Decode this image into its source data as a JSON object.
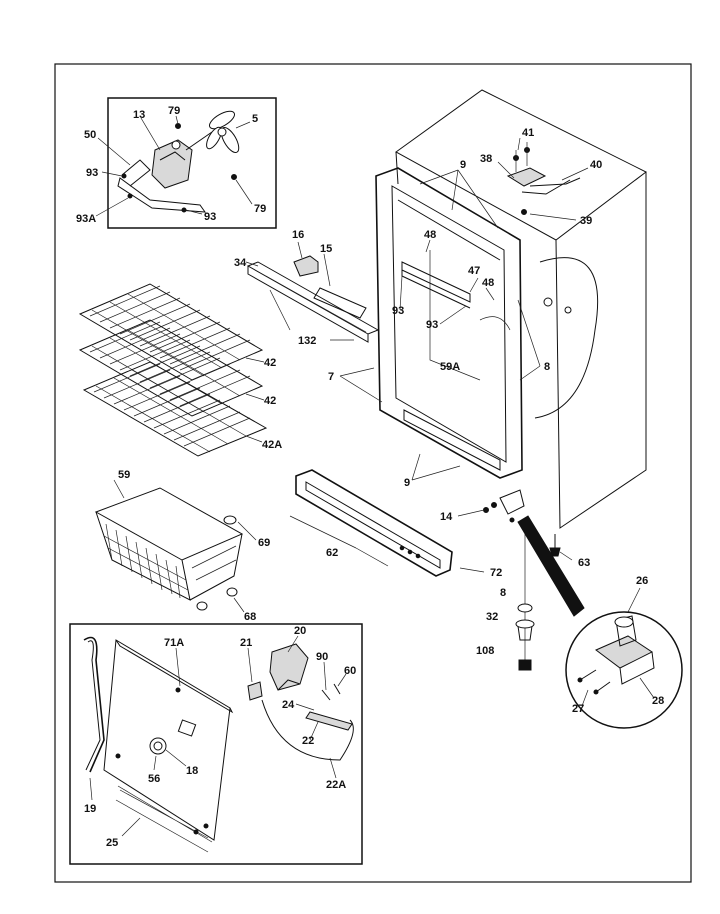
{
  "diagram": {
    "part_labels": {
      "p5": "5",
      "p7": "7",
      "p8": "8",
      "p8b": "8",
      "p9": "9",
      "p9b": "9",
      "p13": "13",
      "p14": "14",
      "p15": "15",
      "p16": "16",
      "p18": "18",
      "p19": "19",
      "p20": "20",
      "p21": "21",
      "p22": "22",
      "p22a": "22A",
      "p24": "24",
      "p25": "25",
      "p26": "26",
      "p27": "27",
      "p28": "28",
      "p32": "32",
      "p34": "34",
      "p38": "38",
      "p39": "39",
      "p40": "40",
      "p41": "41",
      "p42": "42",
      "p42b": "42",
      "p42a": "42A",
      "p47": "47",
      "p48": "48",
      "p48b": "48",
      "p50": "50",
      "p56": "56",
      "p59": "59",
      "p59a": "59A",
      "p60": "60",
      "p62": "62",
      "p63": "63",
      "p68": "68",
      "p69": "69",
      "p71a": "71A",
      "p72": "72",
      "p79": "79",
      "p79b": "79",
      "p90": "90",
      "p93": "93",
      "p93b": "93",
      "p93c": "93",
      "p93d": "93",
      "p93a": "93A",
      "p108": "108",
      "p132": "132"
    }
  }
}
